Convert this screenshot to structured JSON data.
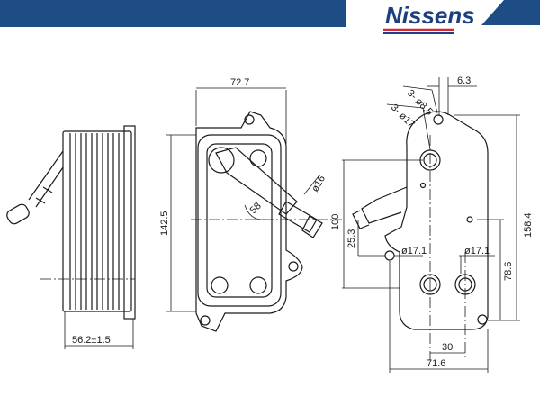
{
  "brand": {
    "name": "Nissens"
  },
  "colors": {
    "header_blue": "#1e4c84",
    "logo_blue": "#1b3f80",
    "logo_red": "#d6262e",
    "line": "#1a1a1a"
  },
  "dimensions": {
    "side_length": "56.2±1.5",
    "front_width": "72.7",
    "front_height": "142.5",
    "front_pipe_dia": "ø16",
    "front_pipe_angle": "58",
    "back_holes_small": "3- ø8.5",
    "back_holes_large": "3- ø17",
    "back_top_offset": "6.3",
    "back_height_1": "100",
    "back_height_2": "25.3",
    "back_port_left": "ø17.1",
    "back_port_right": "ø17.1",
    "back_total_height": "158.4",
    "back_port_height": "78.6",
    "back_port_spacing": "30",
    "back_width": "71.6"
  }
}
